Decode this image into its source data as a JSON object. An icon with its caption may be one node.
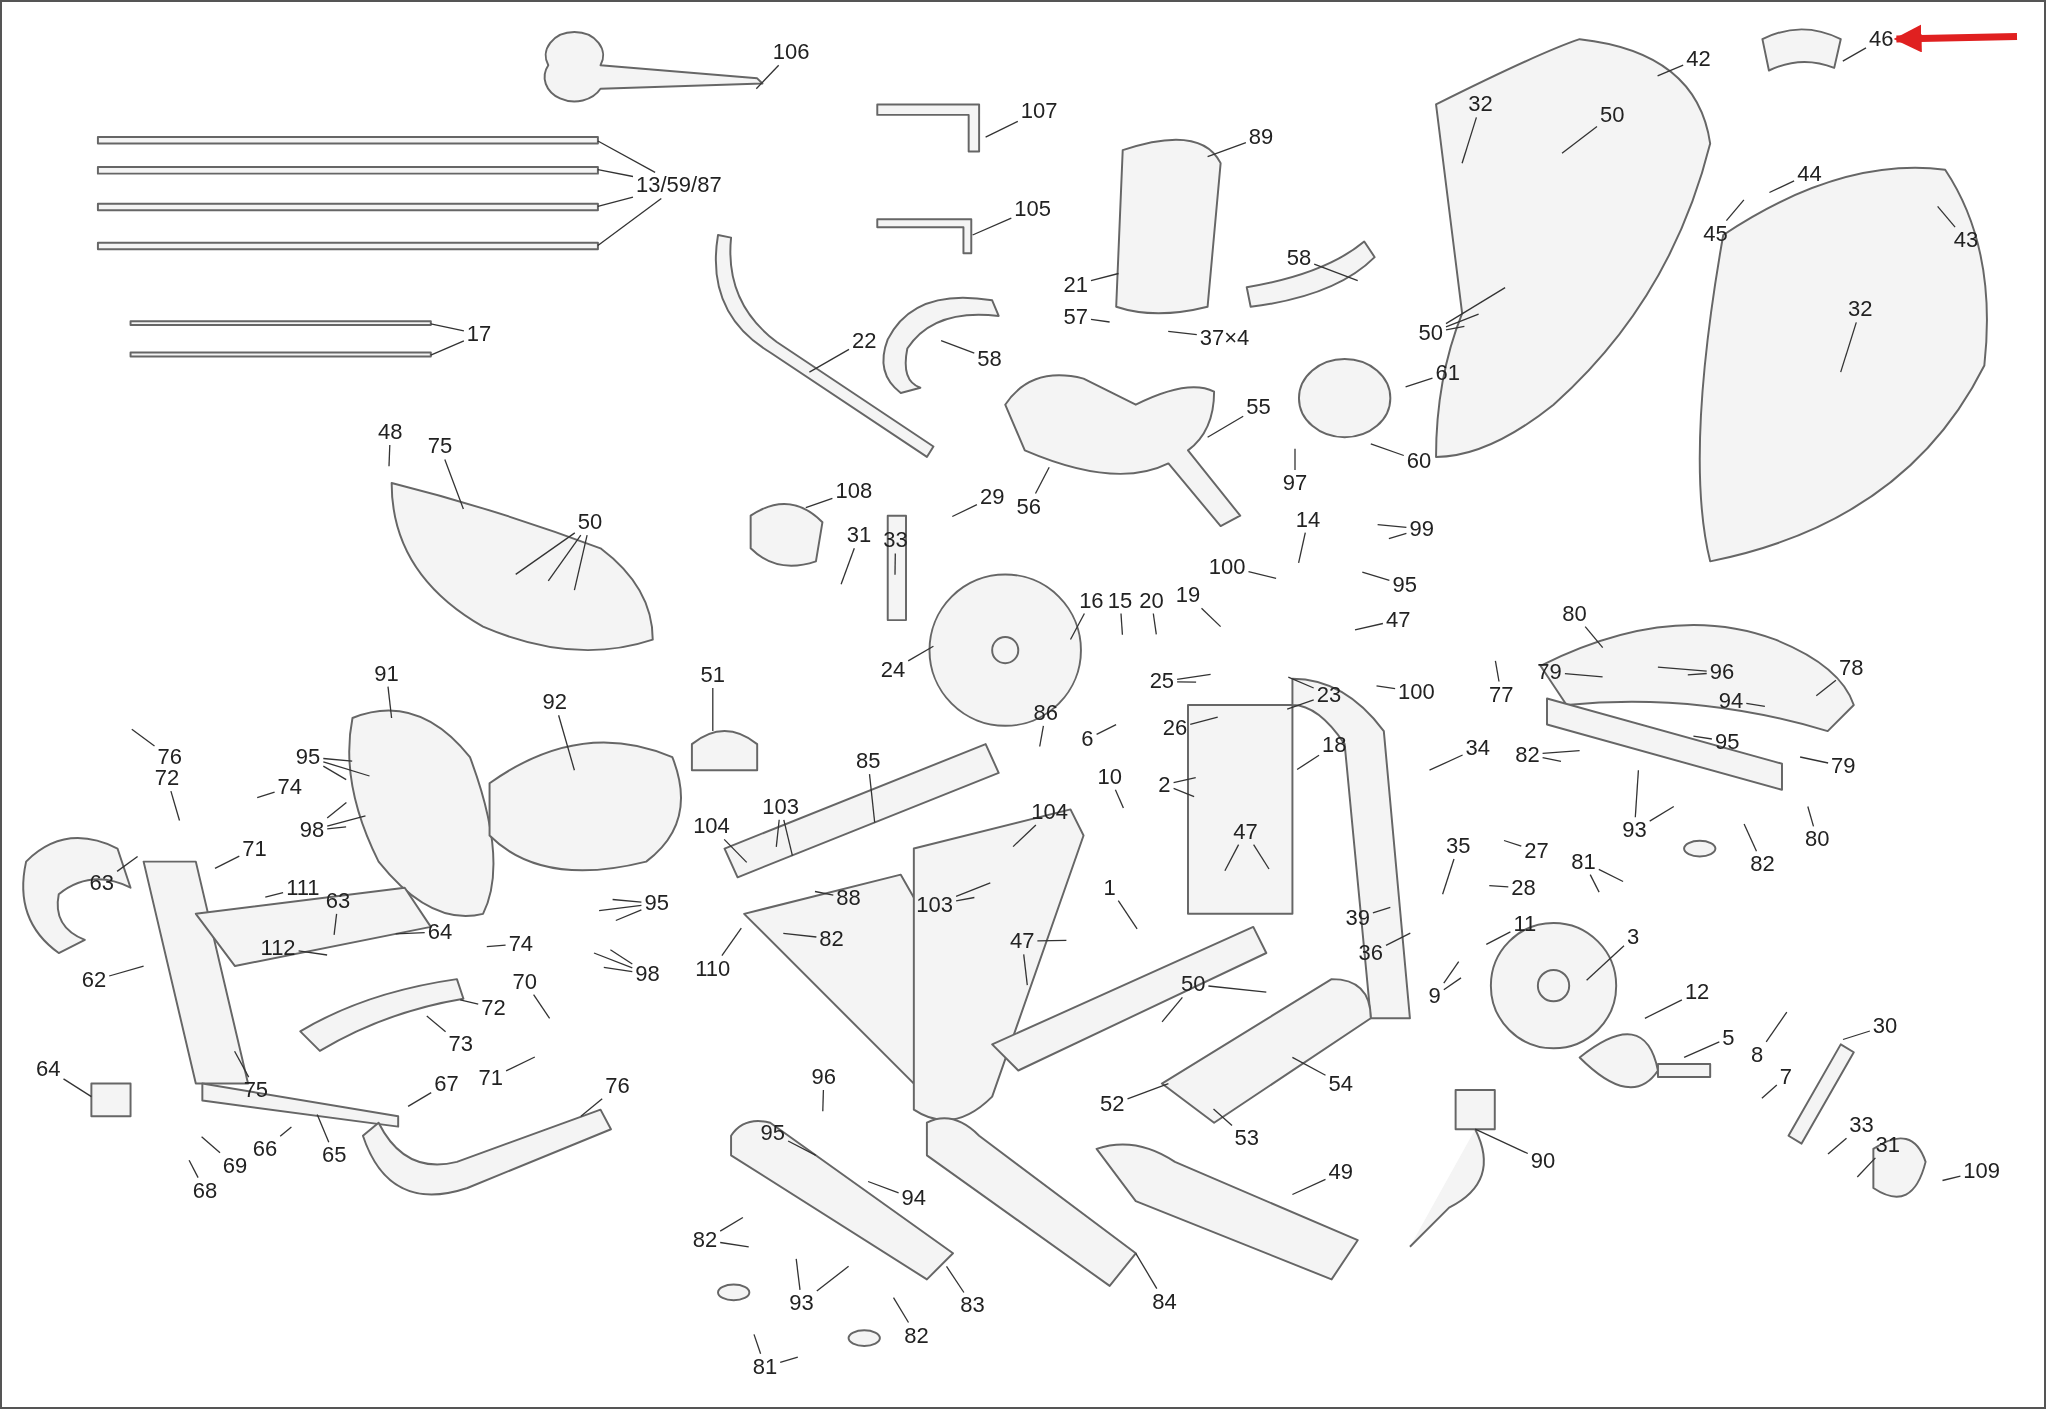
{
  "diagram": {
    "nodes": [
      {
        "text": [
          "106"
        ]
      },
      {
        "text": [
          "107"
        ]
      },
      {
        "text": [
          "13/59/87"
        ]
      },
      {
        "text": [
          "17"
        ]
      },
      {
        "text": [
          "105"
        ]
      },
      {
        "text": [
          "89"
        ]
      },
      {
        "text": [
          "22"
        ]
      },
      {
        "text": [
          "58"
        ]
      },
      {
        "text": [
          "58"
        ]
      },
      {
        "text": [
          "21"
        ]
      },
      {
        "text": [
          "57"
        ]
      },
      {
        "text": [
          "37×4"
        ]
      },
      {
        "text": [
          "55"
        ]
      },
      {
        "text": [
          "56"
        ]
      },
      {
        "text": [
          "32"
        ]
      },
      {
        "text": [
          "42"
        ]
      },
      {
        "text": [
          "50"
        ]
      },
      {
        "text": [
          "46"
        ]
      },
      {
        "text": [
          "44"
        ]
      },
      {
        "text": [
          "45"
        ]
      },
      {
        "text": [
          "43"
        ]
      },
      {
        "text": [
          "32"
        ]
      },
      {
        "text": [
          "50"
        ]
      },
      {
        "text": [
          "61"
        ]
      },
      {
        "text": [
          "60"
        ]
      },
      {
        "text": [
          "97"
        ]
      },
      {
        "text": [
          "48"
        ]
      },
      {
        "text": [
          "75"
        ]
      },
      {
        "text": [
          "50"
        ]
      },
      {
        "text": [
          "108"
        ]
      },
      {
        "text": [
          "29"
        ]
      },
      {
        "text": [
          "31"
        ]
      },
      {
        "text": [
          "33"
        ]
      },
      {
        "text": [
          "24"
        ]
      },
      {
        "text": [
          "14"
        ]
      },
      {
        "text": [
          "99"
        ]
      },
      {
        "text": [
          "95"
        ]
      },
      {
        "text": [
          "100"
        ]
      },
      {
        "text": [
          "47"
        ]
      },
      {
        "text": [
          "16"
        ]
      },
      {
        "text": [
          "15"
        ]
      },
      {
        "text": [
          "20"
        ]
      },
      {
        "text": [
          "19"
        ]
      },
      {
        "text": [
          "25"
        ]
      },
      {
        "text": [
          "23"
        ]
      },
      {
        "text": [
          "26"
        ]
      },
      {
        "text": [
          "6"
        ]
      },
      {
        "text": [
          "10"
        ]
      },
      {
        "text": [
          "2"
        ]
      },
      {
        "text": [
          "18"
        ]
      },
      {
        "text": [
          "100"
        ]
      },
      {
        "text": [
          "34"
        ]
      },
      {
        "text": [
          "80"
        ]
      },
      {
        "text": [
          "79"
        ]
      },
      {
        "text": [
          "96"
        ]
      },
      {
        "text": [
          "77"
        ]
      },
      {
        "text": [
          "94"
        ]
      },
      {
        "text": [
          "95"
        ]
      },
      {
        "text": [
          "78"
        ]
      },
      {
        "text": [
          "82"
        ]
      },
      {
        "text": [
          "79"
        ]
      },
      {
        "text": [
          "80"
        ]
      },
      {
        "text": [
          "93"
        ]
      },
      {
        "text": [
          "81"
        ]
      },
      {
        "text": [
          "82"
        ]
      },
      {
        "text": [
          "91"
        ]
      },
      {
        "text": [
          "92"
        ]
      },
      {
        "text": [
          "51"
        ]
      },
      {
        "text": [
          "86"
        ]
      },
      {
        "text": [
          "85"
        ]
      },
      {
        "text": [
          "76"
        ]
      },
      {
        "text": [
          "72"
        ]
      },
      {
        "text": [
          "74"
        ]
      },
      {
        "text": [
          "95"
        ]
      },
      {
        "text": [
          "98"
        ]
      },
      {
        "text": [
          "71"
        ]
      },
      {
        "text": [
          "63"
        ]
      },
      {
        "text": [
          "111"
        ]
      },
      {
        "text": [
          "63"
        ]
      },
      {
        "text": [
          "112"
        ]
      },
      {
        "text": [
          "64"
        ]
      },
      {
        "text": [
          "74"
        ]
      },
      {
        "text": [
          "70"
        ]
      },
      {
        "text": [
          "72"
        ]
      },
      {
        "text": [
          "73"
        ]
      },
      {
        "text": [
          "71"
        ]
      },
      {
        "text": [
          "62"
        ]
      },
      {
        "text": [
          "75"
        ]
      },
      {
        "text": [
          "64"
        ]
      },
      {
        "text": [
          "67"
        ]
      },
      {
        "text": [
          "76"
        ]
      },
      {
        "text": [
          "66"
        ]
      },
      {
        "text": [
          "65"
        ]
      },
      {
        "text": [
          "69"
        ]
      },
      {
        "text": [
          "68"
        ]
      },
      {
        "text": [
          "95"
        ]
      },
      {
        "text": [
          "98"
        ]
      },
      {
        "text": [
          "104"
        ]
      },
      {
        "text": [
          "103"
        ]
      },
      {
        "text": [
          "88"
        ]
      },
      {
        "text": [
          "82"
        ]
      },
      {
        "text": [
          "110"
        ]
      },
      {
        "text": [
          "104"
        ]
      },
      {
        "text": [
          "103"
        ]
      },
      {
        "text": [
          "1"
        ]
      },
      {
        "text": [
          "47"
        ]
      },
      {
        "text": [
          "47"
        ]
      },
      {
        "text": [
          "35"
        ]
      },
      {
        "text": [
          "27"
        ]
      },
      {
        "text": [
          "28"
        ]
      },
      {
        "text": [
          "39"
        ]
      },
      {
        "text": [
          "11"
        ]
      },
      {
        "text": [
          "36"
        ]
      },
      {
        "text": [
          "9"
        ]
      },
      {
        "text": [
          "3"
        ]
      },
      {
        "text": [
          "12"
        ]
      },
      {
        "text": [
          "5"
        ]
      },
      {
        "text": [
          "8"
        ]
      },
      {
        "text": [
          "7"
        ]
      },
      {
        "text": [
          "30"
        ]
      },
      {
        "text": [
          "50"
        ]
      },
      {
        "text": [
          "54"
        ]
      },
      {
        "text": [
          "52"
        ]
      },
      {
        "text": [
          "53"
        ]
      },
      {
        "text": [
          "96"
        ]
      },
      {
        "text": [
          "95"
        ]
      },
      {
        "text": [
          "94"
        ]
      },
      {
        "text": [
          "49"
        ]
      },
      {
        "text": [
          "90"
        ]
      },
      {
        "text": [
          "33"
        ]
      },
      {
        "text": [
          "31"
        ]
      },
      {
        "text": [
          "109"
        ]
      },
      {
        "text": [
          "82"
        ]
      },
      {
        "text": [
          "93"
        ]
      },
      {
        "text": [
          "83"
        ]
      },
      {
        "text": [
          "84"
        ]
      },
      {
        "text": [
          "82"
        ]
      },
      {
        "text": [
          "81"
        ]
      }
    ],
    "edges": [
      {
        "from": 0,
        "to": null,
        "arrow": "none"
      },
      {
        "from": 1,
        "to": null,
        "arrow": "none"
      },
      {
        "from": 2,
        "to": null,
        "arrow": "none"
      },
      {
        "from": 2,
        "to": null,
        "arrow": "none"
      },
      {
        "from": 2,
        "to": null,
        "arrow": "none"
      },
      {
        "from": 2,
        "to": null,
        "arrow": "none"
      },
      {
        "from": 3,
        "to": null,
        "arrow": "none"
      },
      {
        "from": 3,
        "to": null,
        "arrow": "none"
      },
      {
        "from": 4,
        "to": null,
        "arrow": "none"
      },
      {
        "from": 5,
        "to": null,
        "arrow": "none"
      },
      {
        "from": 6,
        "to": null,
        "arrow": "none"
      },
      {
        "from": 7,
        "to": null,
        "arrow": "none"
      },
      {
        "from": 8,
        "to": null,
        "arrow": "none"
      },
      {
        "from": 9,
        "to": null,
        "arrow": "none"
      },
      {
        "from": 10,
        "to": null,
        "arrow": "none"
      },
      {
        "from": 11,
        "to": null,
        "arrow": "none"
      },
      {
        "from": 12,
        "to": null,
        "arrow": "none"
      },
      {
        "from": 13,
        "to": null,
        "arrow": "none"
      },
      {
        "from": 14,
        "to": null,
        "arrow": "none"
      },
      {
        "from": 15,
        "to": null,
        "arrow": "none"
      },
      {
        "from": 16,
        "to": null,
        "arrow": "none"
      },
      {
        "from": 17,
        "to": null,
        "arrow": "none"
      },
      {
        "from": 18,
        "to": null,
        "arrow": "none"
      },
      {
        "from": 19,
        "to": null,
        "arrow": "none"
      },
      {
        "from": 20,
        "to": null,
        "arrow": "none"
      },
      {
        "from": 21,
        "to": null,
        "arrow": "none"
      },
      {
        "from": 22,
        "to": null,
        "arrow": "none"
      },
      {
        "from": 22,
        "to": null,
        "arrow": "none"
      },
      {
        "from": 22,
        "to": null,
        "arrow": "none"
      },
      {
        "from": 23,
        "to": null,
        "arrow": "none"
      },
      {
        "from": 24,
        "to": null,
        "arrow": "none"
      },
      {
        "from": 25,
        "to": null,
        "arrow": "none"
      },
      {
        "from": 26,
        "to": null,
        "arrow": "none"
      },
      {
        "from": 27,
        "to": null,
        "arrow": "none"
      },
      {
        "from": 28,
        "to": null,
        "arrow": "none"
      },
      {
        "from": 28,
        "to": null,
        "arrow": "none"
      },
      {
        "from": 28,
        "to": null,
        "arrow": "none"
      },
      {
        "from": 29,
        "to": null,
        "arrow": "none"
      },
      {
        "from": 30,
        "to": null,
        "arrow": "none"
      },
      {
        "from": 31,
        "to": null,
        "arrow": "none"
      },
      {
        "from": 32,
        "to": null,
        "arrow": "none"
      },
      {
        "from": 33,
        "to": null,
        "arrow": "none"
      },
      {
        "from": 34,
        "to": null,
        "arrow": "none"
      },
      {
        "from": 35,
        "to": null,
        "arrow": "none"
      },
      {
        "from": 35,
        "to": null,
        "arrow": "none"
      },
      {
        "from": 36,
        "to": null,
        "arrow": "none"
      },
      {
        "from": 37,
        "to": null,
        "arrow": "none"
      },
      {
        "from": 38,
        "to": null,
        "arrow": "none"
      },
      {
        "from": 39,
        "to": null,
        "arrow": "none"
      },
      {
        "from": 40,
        "to": null,
        "arrow": "none"
      },
      {
        "from": 41,
        "to": null,
        "arrow": "none"
      },
      {
        "from": 42,
        "to": null,
        "arrow": "none"
      },
      {
        "from": 43,
        "to": null,
        "arrow": "none"
      },
      {
        "from": 43,
        "to": null,
        "arrow": "none"
      },
      {
        "from": 44,
        "to": null,
        "arrow": "none"
      },
      {
        "from": 44,
        "to": null,
        "arrow": "none"
      },
      {
        "from": 45,
        "to": null,
        "arrow": "none"
      },
      {
        "from": 46,
        "to": null,
        "arrow": "none"
      },
      {
        "from": 47,
        "to": null,
        "arrow": "none"
      },
      {
        "from": 48,
        "to": null,
        "arrow": "none"
      },
      {
        "from": 48,
        "to": null,
        "arrow": "none"
      },
      {
        "from": 49,
        "to": null,
        "arrow": "none"
      },
      {
        "from": 50,
        "to": null,
        "arrow": "none"
      },
      {
        "from": 51,
        "to": null,
        "arrow": "none"
      },
      {
        "from": 52,
        "to": null,
        "arrow": "none"
      },
      {
        "from": 53,
        "to": null,
        "arrow": "none"
      },
      {
        "from": 54,
        "to": null,
        "arrow": "none"
      },
      {
        "from": 54,
        "to": null,
        "arrow": "none"
      },
      {
        "from": 55,
        "to": null,
        "arrow": "none"
      },
      {
        "from": 56,
        "to": null,
        "arrow": "none"
      },
      {
        "from": 57,
        "to": null,
        "arrow": "none"
      },
      {
        "from": 58,
        "to": null,
        "arrow": "none"
      },
      {
        "from": 59,
        "to": null,
        "arrow": "none"
      },
      {
        "from": 59,
        "to": null,
        "arrow": "none"
      },
      {
        "from": 60,
        "to": null,
        "arrow": "none"
      },
      {
        "from": 61,
        "to": null,
        "arrow": "none"
      },
      {
        "from": 62,
        "to": null,
        "arrow": "none"
      },
      {
        "from": 62,
        "to": null,
        "arrow": "none"
      },
      {
        "from": 63,
        "to": null,
        "arrow": "none"
      },
      {
        "from": 63,
        "to": null,
        "arrow": "none"
      },
      {
        "from": 64,
        "to": null,
        "arrow": "none"
      },
      {
        "from": 65,
        "to": null,
        "arrow": "none"
      },
      {
        "from": 66,
        "to": null,
        "arrow": "none"
      },
      {
        "from": 67,
        "to": null,
        "arrow": "none"
      },
      {
        "from": 68,
        "to": null,
        "arrow": "none"
      },
      {
        "from": 69,
        "to": null,
        "arrow": "none"
      },
      {
        "from": 70,
        "to": null,
        "arrow": "none"
      },
      {
        "from": 71,
        "to": null,
        "arrow": "none"
      },
      {
        "from": 72,
        "to": null,
        "arrow": "none"
      },
      {
        "from": 73,
        "to": null,
        "arrow": "none"
      },
      {
        "from": 73,
        "to": null,
        "arrow": "none"
      },
      {
        "from": 73,
        "to": null,
        "arrow": "none"
      },
      {
        "from": 74,
        "to": null,
        "arrow": "none"
      },
      {
        "from": 74,
        "to": null,
        "arrow": "none"
      },
      {
        "from": 74,
        "to": null,
        "arrow": "none"
      },
      {
        "from": 75,
        "to": null,
        "arrow": "none"
      },
      {
        "from": 76,
        "to": null,
        "arrow": "none"
      },
      {
        "from": 77,
        "to": null,
        "arrow": "none"
      },
      {
        "from": 78,
        "to": null,
        "arrow": "none"
      },
      {
        "from": 79,
        "to": null,
        "arrow": "none"
      },
      {
        "from": 80,
        "to": null,
        "arrow": "none"
      },
      {
        "from": 81,
        "to": null,
        "arrow": "none"
      },
      {
        "from": 82,
        "to": null,
        "arrow": "none"
      },
      {
        "from": 83,
        "to": null,
        "arrow": "none"
      },
      {
        "from": 84,
        "to": null,
        "arrow": "none"
      },
      {
        "from": 85,
        "to": null,
        "arrow": "none"
      },
      {
        "from": 86,
        "to": null,
        "arrow": "none"
      },
      {
        "from": 87,
        "to": null,
        "arrow": "none"
      },
      {
        "from": 88,
        "to": null,
        "arrow": "none"
      },
      {
        "from": 89,
        "to": null,
        "arrow": "none"
      },
      {
        "from": 90,
        "to": null,
        "arrow": "none"
      },
      {
        "from": 91,
        "to": null,
        "arrow": "none"
      },
      {
        "from": 92,
        "to": null,
        "arrow": "none"
      },
      {
        "from": 93,
        "to": null,
        "arrow": "none"
      },
      {
        "from": 94,
        "to": null,
        "arrow": "none"
      },
      {
        "from": 95,
        "to": null,
        "arrow": "none"
      },
      {
        "from": 95,
        "to": null,
        "arrow": "none"
      },
      {
        "from": 95,
        "to": null,
        "arrow": "none"
      },
      {
        "from": 96,
        "to": null,
        "arrow": "none"
      },
      {
        "from": 96,
        "to": null,
        "arrow": "none"
      },
      {
        "from": 96,
        "to": null,
        "arrow": "none"
      },
      {
        "from": 97,
        "to": null,
        "arrow": "none"
      },
      {
        "from": 98,
        "to": null,
        "arrow": "none"
      },
      {
        "from": 98,
        "to": null,
        "arrow": "none"
      },
      {
        "from": 99,
        "to": null,
        "arrow": "none"
      },
      {
        "from": 100,
        "to": null,
        "arrow": "none"
      },
      {
        "from": 101,
        "to": null,
        "arrow": "none"
      },
      {
        "from": 102,
        "to": null,
        "arrow": "none"
      },
      {
        "from": 103,
        "to": null,
        "arrow": "none"
      },
      {
        "from": 103,
        "to": null,
        "arrow": "none"
      },
      {
        "from": 104,
        "to": null,
        "arrow": "none"
      },
      {
        "from": 105,
        "to": null,
        "arrow": "none"
      },
      {
        "from": 105,
        "to": null,
        "arrow": "none"
      },
      {
        "from": 106,
        "to": null,
        "arrow": "none"
      },
      {
        "from": 106,
        "to": null,
        "arrow": "none"
      },
      {
        "from": 107,
        "to": null,
        "arrow": "none"
      },
      {
        "from": 108,
        "to": null,
        "arrow": "none"
      },
      {
        "from": 109,
        "to": null,
        "arrow": "none"
      },
      {
        "from": 110,
        "to": null,
        "arrow": "none"
      },
      {
        "from": 111,
        "to": null,
        "arrow": "none"
      },
      {
        "from": 112,
        "to": null,
        "arrow": "none"
      },
      {
        "from": 113,
        "to": null,
        "arrow": "none"
      },
      {
        "from": 113,
        "to": null,
        "arrow": "none"
      },
      {
        "from": 114,
        "to": null,
        "arrow": "none"
      },
      {
        "from": 115,
        "to": null,
        "arrow": "none"
      },
      {
        "from": 116,
        "to": null,
        "arrow": "none"
      },
      {
        "from": 117,
        "to": null,
        "arrow": "none"
      },
      {
        "from": 118,
        "to": null,
        "arrow": "none"
      },
      {
        "from": 119,
        "to": null,
        "arrow": "none"
      },
      {
        "from": 120,
        "to": null,
        "arrow": "none"
      },
      {
        "from": 120,
        "to": null,
        "arrow": "none"
      },
      {
        "from": 121,
        "to": null,
        "arrow": "none"
      },
      {
        "from": 122,
        "to": null,
        "arrow": "none"
      },
      {
        "from": 123,
        "to": null,
        "arrow": "none"
      },
      {
        "from": 124,
        "to": null,
        "arrow": "none"
      },
      {
        "from": 125,
        "to": null,
        "arrow": "none"
      },
      {
        "from": 126,
        "to": null,
        "arrow": "none"
      },
      {
        "from": 127,
        "to": null,
        "arrow": "none"
      },
      {
        "from": 128,
        "to": null,
        "arrow": "none"
      },
      {
        "from": 129,
        "to": null,
        "arrow": "none"
      },
      {
        "from": 130,
        "to": null,
        "arrow": "none"
      },
      {
        "from": 131,
        "to": null,
        "arrow": "none"
      },
      {
        "from": 132,
        "to": null,
        "arrow": "none"
      },
      {
        "from": 132,
        "to": null,
        "arrow": "none"
      },
      {
        "from": 133,
        "to": null,
        "arrow": "none"
      },
      {
        "from": 133,
        "to": null,
        "arrow": "none"
      },
      {
        "from": 134,
        "to": null,
        "arrow": "none"
      },
      {
        "from": 135,
        "to": null,
        "arrow": "none"
      },
      {
        "from": 136,
        "to": null,
        "arrow": "none"
      },
      {
        "from": 137,
        "to": null,
        "arrow": "none"
      },
      {
        "from": 137,
        "to": null,
        "arrow": "none"
      },
      {
        "from": null,
        "to": 17,
        "arrow": "to",
        "style": "thick",
        "color": "#e02020"
      }
    ]
  }
}
